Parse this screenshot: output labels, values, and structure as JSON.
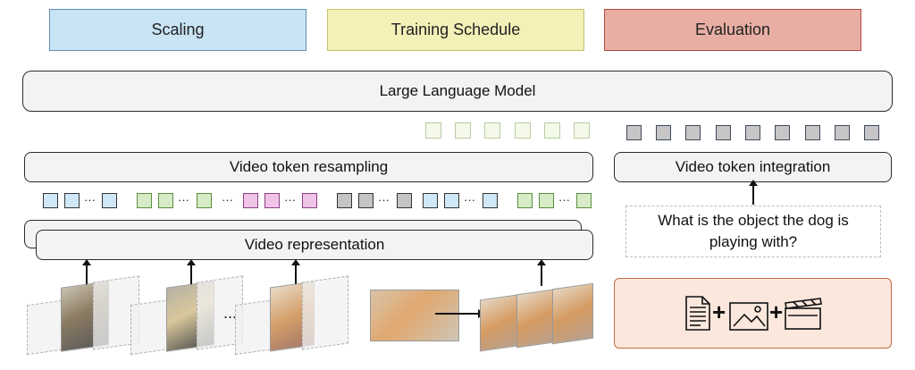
{
  "headers": [
    {
      "label": "Scaling",
      "color": "#c9e4f5",
      "border": "#5f8fae"
    },
    {
      "label": "Training Schedule",
      "color": "#f3f0b8",
      "border": "#c6c070"
    },
    {
      "label": "Evaluation",
      "color": "#e8aea4",
      "border": "#b04a40"
    }
  ],
  "llm": {
    "label": "Large Language Model"
  },
  "resampling": {
    "label": "Video token resampling"
  },
  "integration": {
    "label": "Video token integration"
  },
  "representation": {
    "label": "Video representation"
  },
  "question": {
    "line1": "What is the object the dog is",
    "line2": "playing with?"
  },
  "ellipsis": "···",
  "frames_ellipsis": "...",
  "token_colors": {
    "blue": "#cfe7f7",
    "green": "#d6ebc6",
    "pink": "#f0c4e6",
    "gray": "#c4c4c4"
  },
  "modality_icons": [
    "document-icon",
    "image-icon",
    "video-clapper-icon"
  ],
  "plus": "+"
}
